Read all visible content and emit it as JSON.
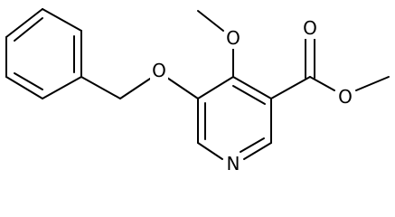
{
  "atoms": {
    "o_methoxy": "O",
    "o_benzyloxy": "O",
    "o_carbonyl": "O",
    "o_ester": "O",
    "n_pyridine": "N"
  }
}
